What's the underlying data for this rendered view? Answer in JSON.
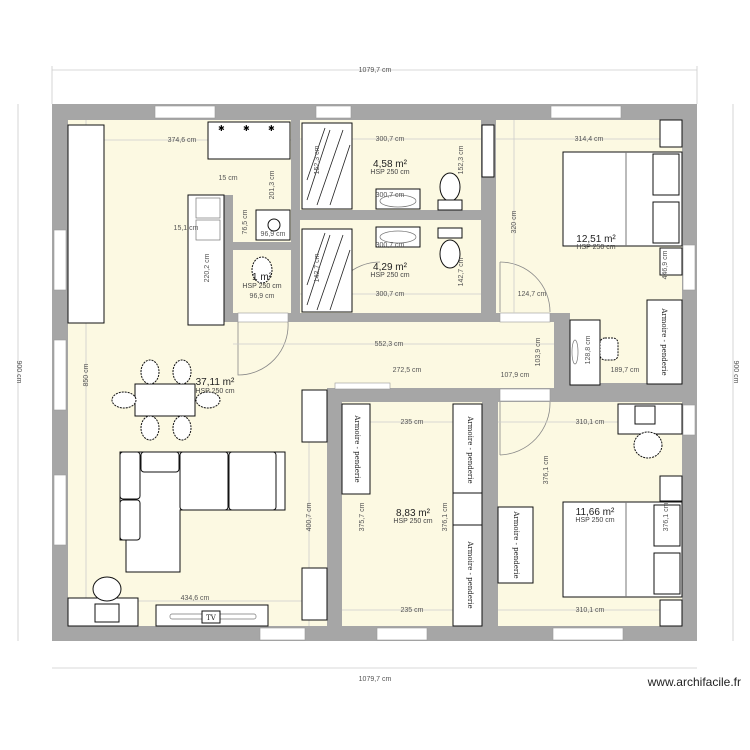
{
  "colors": {
    "wall": "#a6a6a6",
    "floor": "#fcf9e2",
    "furniture": "#ffffff"
  },
  "outer_dims": {
    "top": "1079,7 cm",
    "bottom": "1079,7 cm",
    "left": "900 cm",
    "right": "900 cm"
  },
  "rooms": [
    {
      "area": "37,11 m²",
      "hsp": "HSP 250 cm"
    },
    {
      "area": "4,58 m²",
      "hsp": "HSP 250 cm"
    },
    {
      "area": "4,29 m²",
      "hsp": "HSP 250 cm"
    },
    {
      "area": "12,51 m²",
      "hsp": "HSP 250 cm"
    },
    {
      "area": "8,83 m²",
      "hsp": "HSP 250 cm"
    },
    {
      "area": "11,66 m²",
      "hsp": "HSP 250 cm"
    },
    {
      "area": "1 m²",
      "hsp": "HSP 250 cm"
    }
  ],
  "dims": [
    "374,6 cm",
    "15 cm",
    "201,3 cm",
    "76,5 cm",
    "96,9 cm",
    "15,1 cm",
    "220,2 cm",
    "96,9 cm",
    "300,7 cm",
    "152,3 cm",
    "152,3 cm",
    "300,7 cm",
    "300,7 cm",
    "142,7 cm",
    "142,7 cm",
    "300,7 cm",
    "314,4 cm",
    "320 cm",
    "446,9 cm",
    "124,7 cm",
    "128,8 cm",
    "552,3 cm",
    "103,9 cm",
    "272,5 cm",
    "107,9 cm",
    "189,7 cm",
    "850 cm",
    "400,7 cm",
    "434,6 cm",
    "235 cm",
    "235 cm",
    "375,7 cm",
    "376,1 cm",
    "376,1 cm",
    "310,1 cm",
    "310,1 cm",
    "376,1 cm"
  ],
  "furniture_labels": {
    "wardrobe1": "Armoire - penderie",
    "wardrobe2": "Armoire - penderie",
    "wardrobe3": "Armoire - penderie",
    "wardrobe4": "Armoire - penderie",
    "wardrobe5": "Armoire - penderie",
    "tv": "TV"
  },
  "watermark": "www.archifacile.fr"
}
